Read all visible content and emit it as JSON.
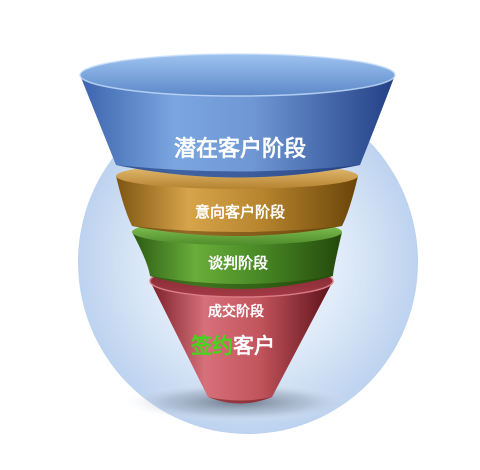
{
  "funnel": {
    "stages": [
      {
        "label": "潜在客户阶段",
        "color": "#5f86c4"
      },
      {
        "label": "意向客户阶段",
        "color": "#b8862f"
      },
      {
        "label": "谈判阶段",
        "color": "#4e8a2a"
      },
      {
        "label": "成交阶段",
        "color": "#b84a50"
      }
    ],
    "outcome": {
      "highlight": "签约",
      "highlight_color": "#45d61b",
      "rest": "客户"
    },
    "glow_color": "#c9dcf4"
  }
}
